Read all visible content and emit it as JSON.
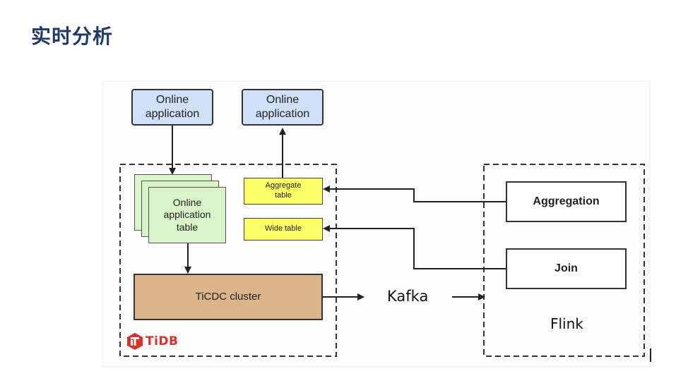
{
  "title": "实时分析",
  "nodes": {
    "online_app_1": "Online application",
    "online_app_2": "Online application",
    "online_app_table": "Online application table",
    "aggregate_table": "Aggregate table",
    "wide_table": "Wide table",
    "ticdc_cluster": "TiCDC cluster",
    "kafka": "Kafka",
    "aggregation": "Aggregation",
    "join": "Join",
    "flink": "Flink",
    "tidb_logo": "TiDB"
  },
  "colors": {
    "title": "#1f3a66",
    "online_app_fill": "#cfe0f7",
    "table_fill": "#d9f4c9",
    "yellow_fill": "#ffff66",
    "ticdc_fill": "#dcb48b",
    "tidb_logo": "#d9312c"
  }
}
